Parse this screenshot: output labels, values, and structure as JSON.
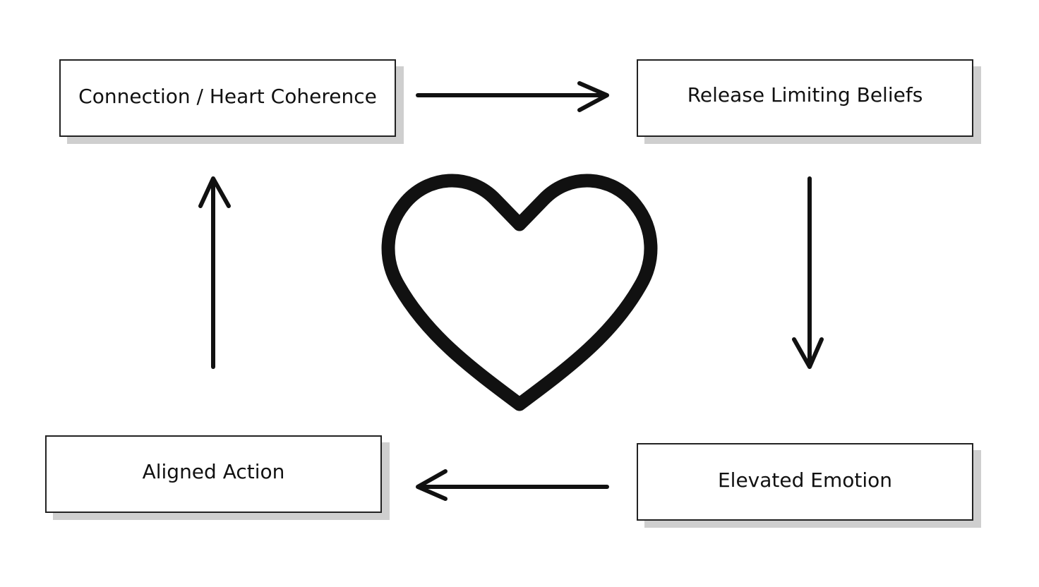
{
  "nodes": {
    "connection": "Connection / Heart Coherence",
    "release": "Release Limiting Beliefs",
    "elevated": "Elevated Emotion",
    "aligned": "Aligned Action"
  },
  "edges": [
    {
      "from": "connection",
      "to": "release"
    },
    {
      "from": "release",
      "to": "elevated"
    },
    {
      "from": "elevated",
      "to": "aligned"
    },
    {
      "from": "aligned",
      "to": "connection"
    }
  ],
  "center_icon": "heart-icon",
  "colors": {
    "stroke": "#111111",
    "box_border": "#222222",
    "shadow": "#cfcfcf",
    "background": "#ffffff"
  }
}
